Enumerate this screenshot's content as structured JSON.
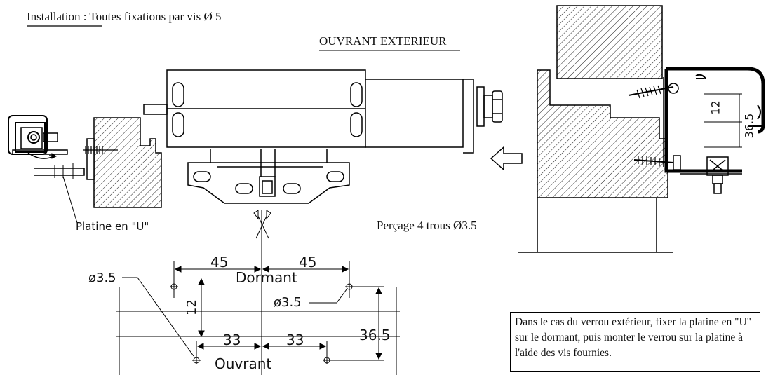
{
  "header": {
    "installation": "Installation : Toutes fixations par vis Ø 5",
    "ouvrant_exterieur": "OUVRANT EXTERIEUR"
  },
  "labels": {
    "platine_u": "Platine en \"U\"",
    "percage": "Perçage 4 trous Ø3.5",
    "dormant": "Dormant",
    "ouvrant": "Ouvrant"
  },
  "dimensions": {
    "d_left_hole": "ø3.5",
    "d_right_hole": "ø3.5",
    "top_left": "45",
    "top_right": "45",
    "vertical_12": "12",
    "bottom_left": "33",
    "bottom_right": "33",
    "right_365": "36.5",
    "detail_12": "12",
    "detail_365": "36.5"
  },
  "note": "Dans le cas du verrou extérieur, fixer la platine en \"U\" sur le dormant, puis monter le verrou sur la platine à l'aide des vis fournies."
}
